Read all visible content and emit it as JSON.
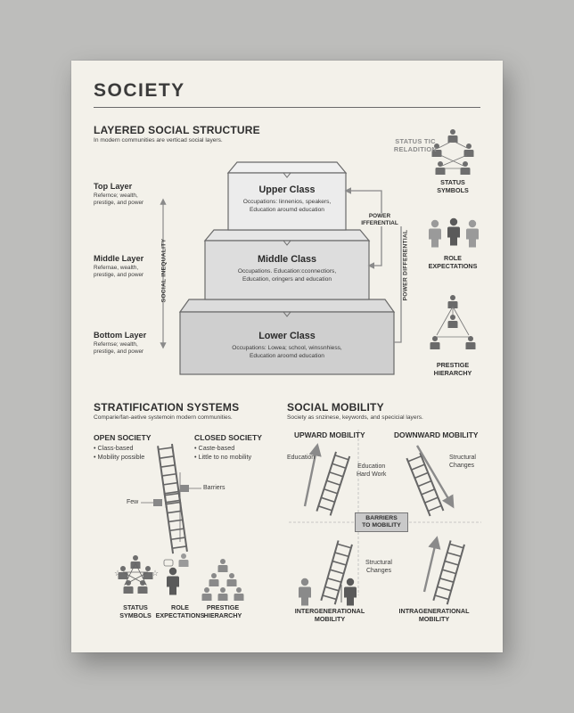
{
  "title": "SOCIETY",
  "layered": {
    "heading": "LAYERED SOCIAL STRUCTURE",
    "subtitle": "In modern communities are verticad social layers.",
    "layers": [
      {
        "name": "Top Layer",
        "desc": "Refernce; wealth,\nprestige, and power"
      },
      {
        "name": "Middle Layer",
        "desc": "Refernae, wealth,\nprestige, and power"
      },
      {
        "name": "Bottom Layer",
        "desc": "Refernse; wealth,\nprestige, and power"
      }
    ],
    "classes": [
      {
        "title": "Upper Class",
        "text": "Occupations: linnenios, speakers,\nEducation aroumd education"
      },
      {
        "title": "Middle Class",
        "text": "Occupations. Education:cconnectiors,\nEducation, oringers and education"
      },
      {
        "title": "Lower Class",
        "text": "Occupations: Lowea; school, winssnhiess,\nEducation aroomd education"
      }
    ],
    "social_inequality": "SOCIAL INEQUALITY",
    "power_differential_1": "POWER\nIFFERENTIAL",
    "power_differential_2": "POWER DIFFERENTIAL",
    "status_relation": "STATUS TIC\nRELADITION",
    "side_icons": [
      {
        "label": "STATUS\nSYMBOLS"
      },
      {
        "label": "ROLE\nEXPECTATIONS"
      },
      {
        "label": "PRESTIGE\nHIERARCHY"
      }
    ]
  },
  "stratification": {
    "heading": "STRATIFICATION SYSTEMS",
    "subtitle": "Comparie/fan-aetive systemoin modern communities.",
    "open": {
      "title": "OPEN SOCIETY",
      "items": [
        "Class-based",
        "Mobility possible"
      ]
    },
    "closed": {
      "title": "CLOSED SOCIETY",
      "items": [
        "Caste-based",
        "Little to no mobility"
      ]
    },
    "barriers": "Barriers",
    "few": "Few",
    "icons": [
      {
        "label": "STATUS\nSYMBOLS"
      },
      {
        "label": "ROLE\nEXPECTATIONS"
      },
      {
        "label": "PRESTIGE\nHIERARCHY"
      }
    ]
  },
  "mobility": {
    "heading": "SOCIAL MOBILITY",
    "subtitle": "Society as snzinese, keywords, and specicial layers.",
    "upward": "UPWARD MOBILITY",
    "downward": "DOWNWARD MOBILITY",
    "education": "Education",
    "education_hard_work": "Education\nHard Work",
    "structural_changes_1": "Structural\nChanges",
    "barriers": "BARRIERS\nTO MOBILITY",
    "structural_changes_2": "Structural\nChanges",
    "intergenerational": "INTERGENERATIONAL\nMOBILITY",
    "intragenerational": "INTRAGENERATIONAL\nMOBILITY"
  }
}
